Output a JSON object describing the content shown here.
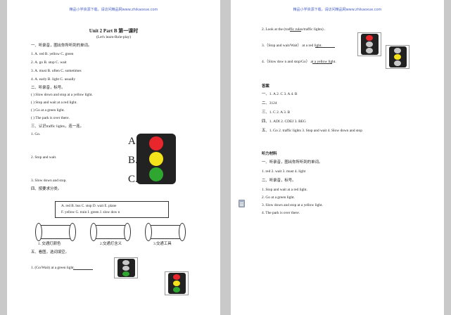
{
  "left": {
    "header": "精品小学资源下载，请访问精品网www.zhikaoxue.com",
    "title_a": "Unit 2 Part B",
    "title_b": "第一课时",
    "subtitle": "(Let's learn-Role-play)",
    "sec1": "一、听录音，圈出你所听到的单词。",
    "q1": [
      "1.   A. red    B. yellow      C. green",
      "2.   A. go      B. stop         C. wait",
      "3.   A. must  B. often        C. sometimes",
      "4.   A. early  B. light         C. usually"
    ],
    "sec2": "二、听录音，标号。",
    "q2": [
      "(        ) Slow  down and stop  at a yellow light.",
      "(        ) Stop and wait at a red light.",
      "(        ) Go at a green light.",
      "(        ) The park is over there."
    ],
    "sec3": "三、认识traffic lights，连一连。",
    "q3": [
      "1. Go.",
      "2.  Stop  and wait.",
      "3.  Slow  down  and stop."
    ],
    "abc": [
      "A.",
      "B.",
      "C."
    ],
    "sec4": "四、按要求分类。",
    "wordbox": [
      "A. red  B. bus C. stop  D. wait E. plane",
      "F. yellow G. train  I. green  J. slow  dow n"
    ],
    "cats": [
      "1. 交通灯颜色",
      "2.交通灯含义",
      "3.交通工具"
    ],
    "sec5": "五、看图，选词填空。",
    "q5": "1. (Go/Wait)            at a green light."
  },
  "right": {
    "header": "精品小学资源下载，请访问精品网www.zhikaoxue.com",
    "q5": [
      "2. Look at the              (traffic rules/traffic lights) .",
      "3.（Stop  and  wait/Wait）            at a red  light.",
      "4.（Slow  dow n and stop/Go）          at a yellow light."
    ],
    "answers_title": "答案",
    "answers": [
      "一、1. A  2. C  3. A  4. B",
      "二、3124",
      "三、1. C  2. A  3. B",
      "四、1. ADI        2. CDEJ        3. BEG",
      "五、1. Go    2. traffic lights    3. Stop and wait    4. Slow  down and stop"
    ],
    "listen_title": "听力材料",
    "listen": [
      "一、听录音，圈出你所听到的单词。",
      "1. red     2. wait     3. must     4. light",
      "二、听录音，标号。",
      "1. Stop and wait at a red light.",
      "2. Go at a green light.",
      "3. Slow down and stop at a yellow light.",
      "4. The park is over there."
    ]
  },
  "colors": {
    "red": "#e8262b",
    "yellow": "#f4e21a",
    "green": "#2fa62f",
    "off": "#c9c9c9"
  }
}
